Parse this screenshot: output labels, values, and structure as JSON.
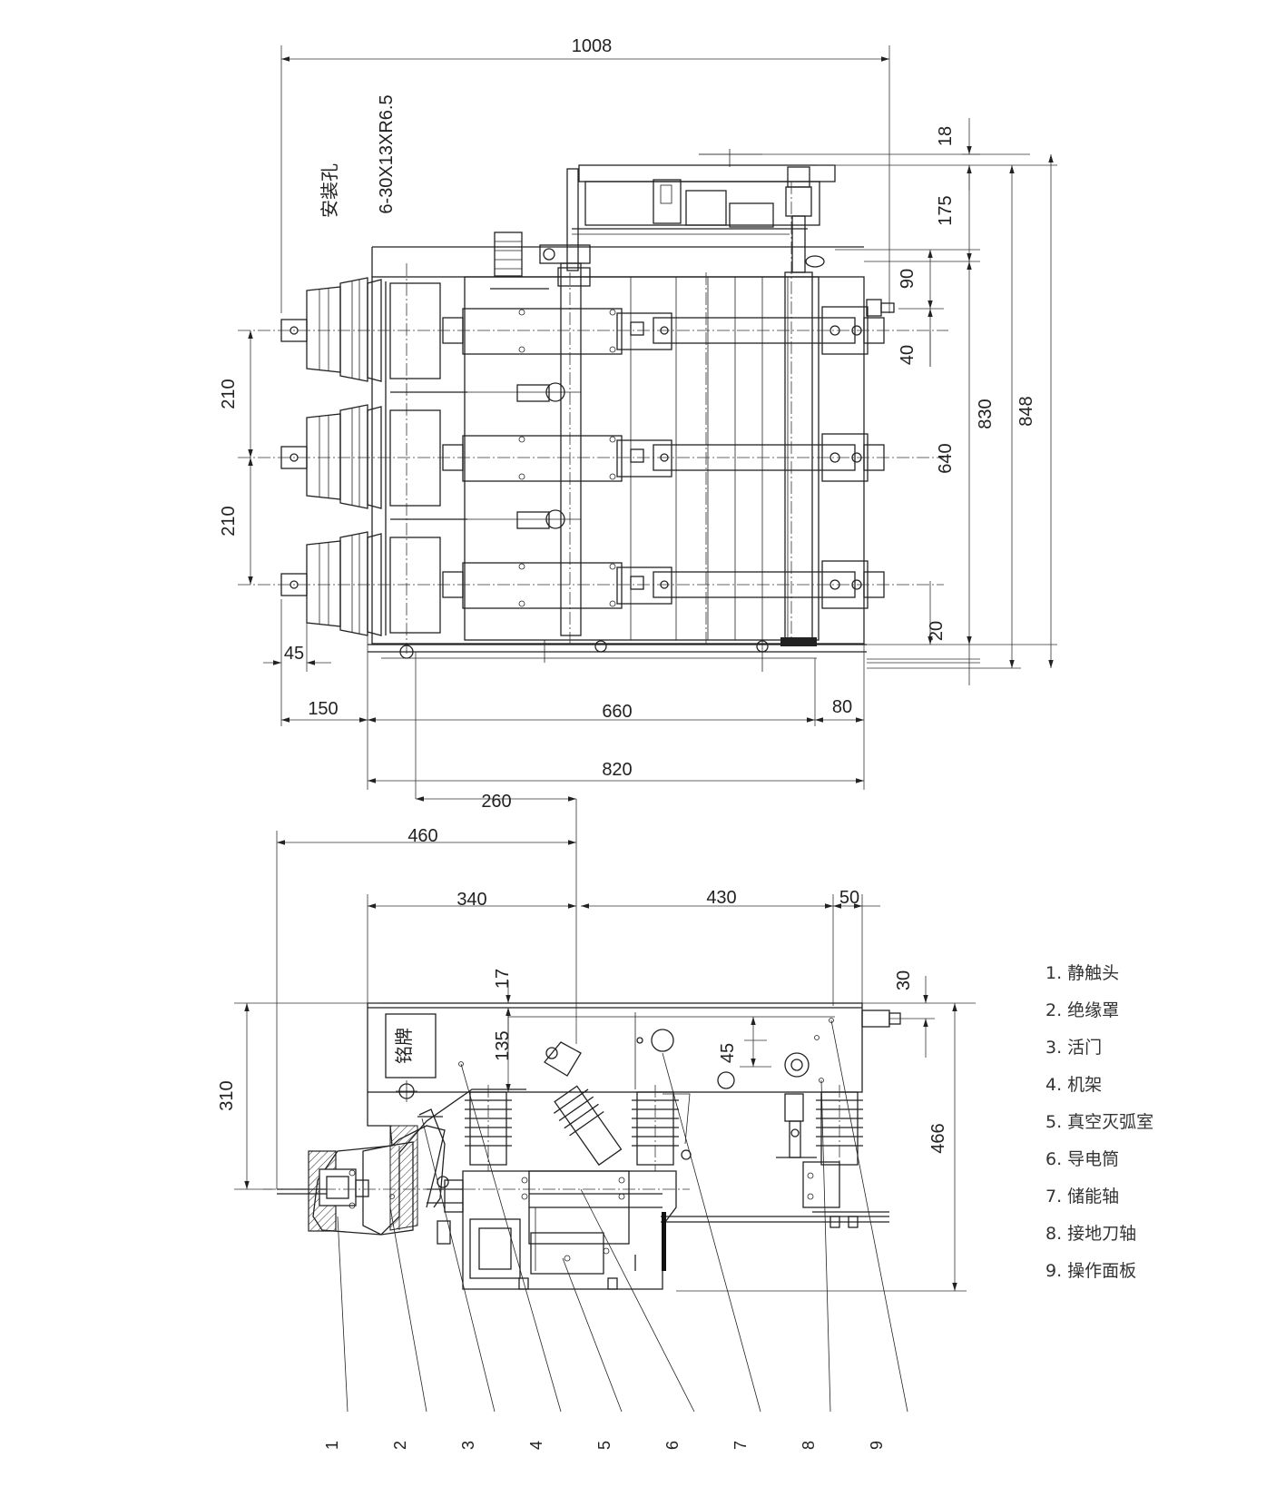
{
  "top_view": {
    "annotation_hole_label": "安装孔",
    "annotation_hole_spec": "6-30X13XR6.5",
    "dims": {
      "overall_width": "1008",
      "d18": "18",
      "d175": "175",
      "d90": "90",
      "d40": "40",
      "d830": "830",
      "d848": "848",
      "d640": "640",
      "d20": "20",
      "d210_top": "210",
      "d210_bottom": "210",
      "d45": "45",
      "d150": "150",
      "d660": "660",
      "d80": "80",
      "d820": "820"
    }
  },
  "side_view": {
    "nameplate": "铭牌",
    "dims": {
      "d260": "260",
      "d460": "460",
      "d340": "340",
      "d430": "430",
      "d50": "50",
      "d17": "17",
      "d135": "135",
      "d45": "45",
      "d30": "30",
      "d310": "310",
      "d466": "466"
    },
    "callout_numbers": [
      "1",
      "2",
      "3",
      "4",
      "5",
      "6",
      "7",
      "8",
      "9"
    ]
  },
  "legend": {
    "items": [
      "1. 静触头",
      "2. 绝缘罩",
      "3. 活门",
      "4. 机架",
      "5. 真空灭弧室",
      "6. 导电筒",
      "7. 储能轴",
      "8. 接地刀轴",
      "9. 操作面板"
    ]
  }
}
